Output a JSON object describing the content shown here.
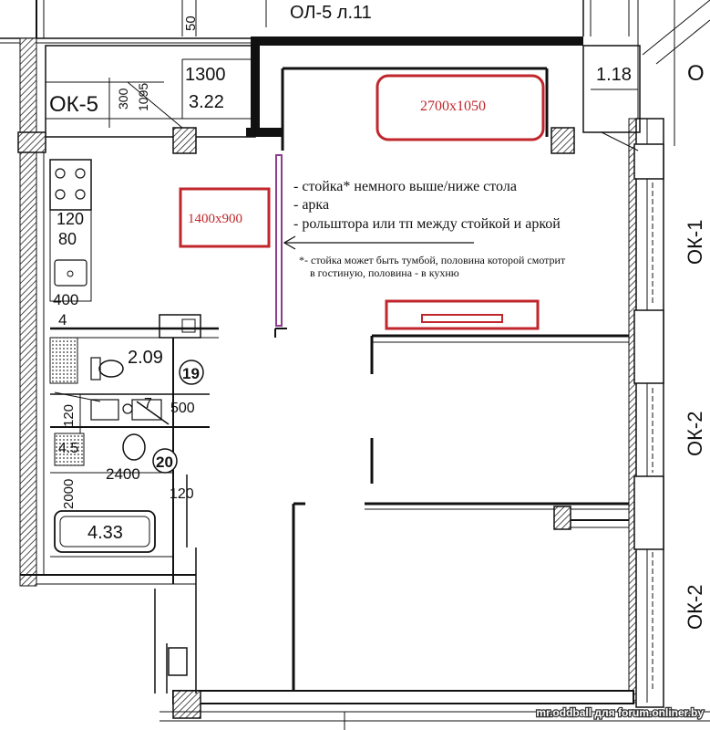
{
  "drawing": {
    "top_label": "ОЛ-5 л.11",
    "dim_50": "50",
    "dim_1300": "1300",
    "dim_300": "300",
    "dim_1095": "1095",
    "window_ok5": "ОК-5",
    "area_3_22": "3.22",
    "area_1_18": "1.18",
    "window_o_partial": "О",
    "window_ok1": "ОК-1",
    "window_ok2_a": "ОК-2",
    "window_ok2_b": "ОК-2",
    "dim_120_a": "120",
    "dim_80": "80",
    "dim_400": "400",
    "dim_4": "4",
    "area_2_09": "2.09",
    "room_19": "19",
    "dim_7": "7",
    "dim_500": "500",
    "dim_120_b": "120",
    "dim_4_5": "4.5",
    "room_20": "20",
    "dim_2400": "2400",
    "dim_2000": "2000",
    "dim_120_c": "120",
    "area_4_33": "4.33"
  },
  "annotations": {
    "box_kitchen": "2700x1050",
    "box_counter": "1400x900",
    "bullet_1": "- стойка* немного выше/ниже стола",
    "bullet_2": "- арка",
    "bullet_3": "- рольштора или тп между стойкой и аркой",
    "footnote_1": "*- стойка может быть тумбой, половина которой смотрит",
    "footnote_2": "в гостиную, половина - в кухню"
  },
  "watermark": "mr.oddball для forum.onliner.by",
  "colors": {
    "red": "#c0262b",
    "purple": "#8e3d8e",
    "wall_hatch": "#222222"
  }
}
